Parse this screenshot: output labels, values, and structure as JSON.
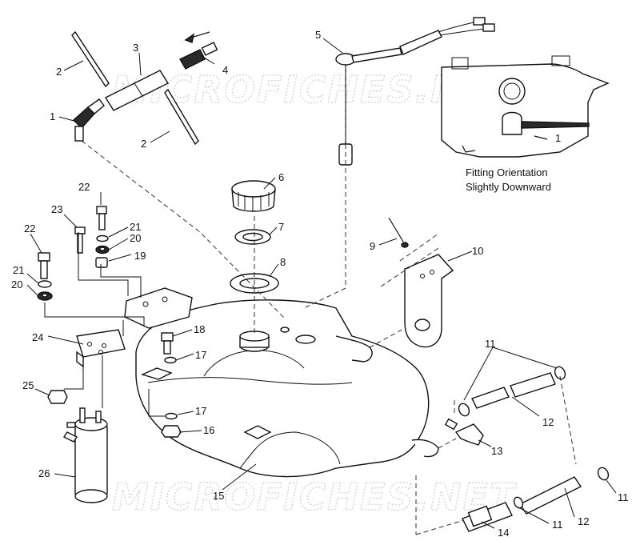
{
  "watermark": "MICROFICHES.NET",
  "note": {
    "line1": "Fitting Orientation",
    "line2": "Slightly Downward",
    "inset_callout": "1"
  },
  "callouts": {
    "c1": "1",
    "c2a": "2",
    "c2b": "2",
    "c3": "3",
    "c4": "4",
    "c5": "5",
    "c6": "6",
    "c7": "7",
    "c8": "8",
    "c9": "9",
    "c10": "10",
    "c11a": "11",
    "c11b": "11",
    "c11c": "11",
    "c12a": "12",
    "c12b": "12",
    "c13": "13",
    "c14": "14",
    "c15": "15",
    "c16": "16",
    "c17a": "17",
    "c17b": "17",
    "c18": "18",
    "c19": "19",
    "c20a": "20",
    "c20b": "20",
    "c21a": "21",
    "c21b": "21",
    "c22a": "22",
    "c22b": "22",
    "c23": "23",
    "c24": "24",
    "c25": "25",
    "c26": "26"
  }
}
